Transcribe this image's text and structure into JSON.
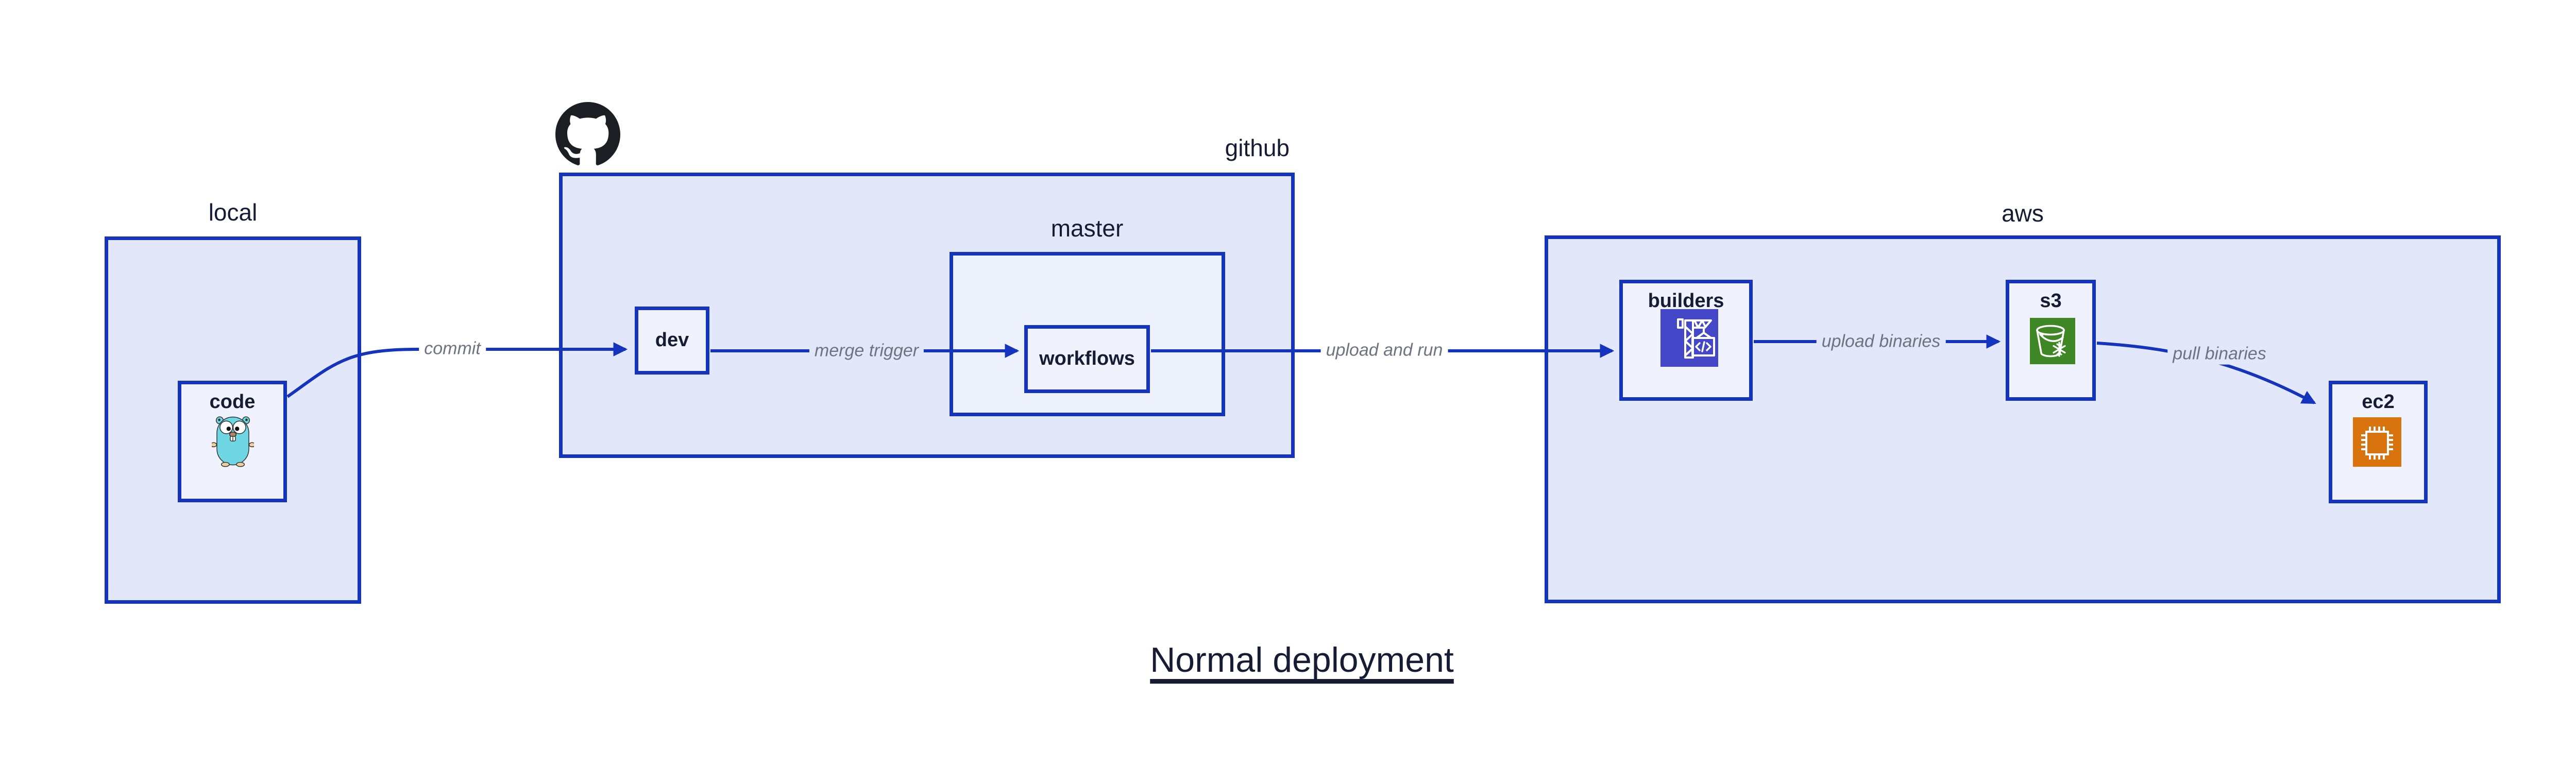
{
  "diagram": {
    "title": "Normal deployment",
    "containers": [
      {
        "id": "local",
        "label": "local"
      },
      {
        "id": "github",
        "label": "github",
        "icon": "github-octocat"
      },
      {
        "id": "master",
        "label": "master",
        "parent": "github"
      },
      {
        "id": "aws",
        "label": "aws"
      }
    ],
    "nodes": [
      {
        "id": "code",
        "label": "code",
        "container": "local",
        "icon": "go-gopher"
      },
      {
        "id": "dev",
        "label": "dev",
        "container": "github"
      },
      {
        "id": "workflows",
        "label": "workflows",
        "container": "master"
      },
      {
        "id": "builders",
        "label": "builders",
        "container": "aws",
        "icon": "aws-codebuild"
      },
      {
        "id": "s3",
        "label": "s3",
        "container": "aws",
        "icon": "aws-s3-glacier"
      },
      {
        "id": "ec2",
        "label": "ec2",
        "container": "aws",
        "icon": "aws-ec2"
      }
    ],
    "edges": [
      {
        "from": "code",
        "to": "dev",
        "label": "commit"
      },
      {
        "from": "dev",
        "to": "workflows",
        "label": "merge trigger"
      },
      {
        "from": "workflows",
        "to": "builders",
        "label": "upload and run"
      },
      {
        "from": "builders",
        "to": "s3",
        "label": "upload binaries"
      },
      {
        "from": "s3",
        "to": "ec2",
        "label": "pull binaries"
      }
    ],
    "colors": {
      "border_and_arrows": "#1434bd",
      "container_fill": "#e2e8f9",
      "master_fill": "#edf1fc",
      "node_fill": "#f0f3fd",
      "label_text": "#161c33",
      "edge_label_text": "#6e7380",
      "codebuild_icon": "#4347c8",
      "s3_glacier_icon": "#3f8624",
      "ec2_icon": "#d9730d",
      "gopher_icon": "#6fd7e3",
      "octocat_icon": "#1b1f23"
    }
  }
}
